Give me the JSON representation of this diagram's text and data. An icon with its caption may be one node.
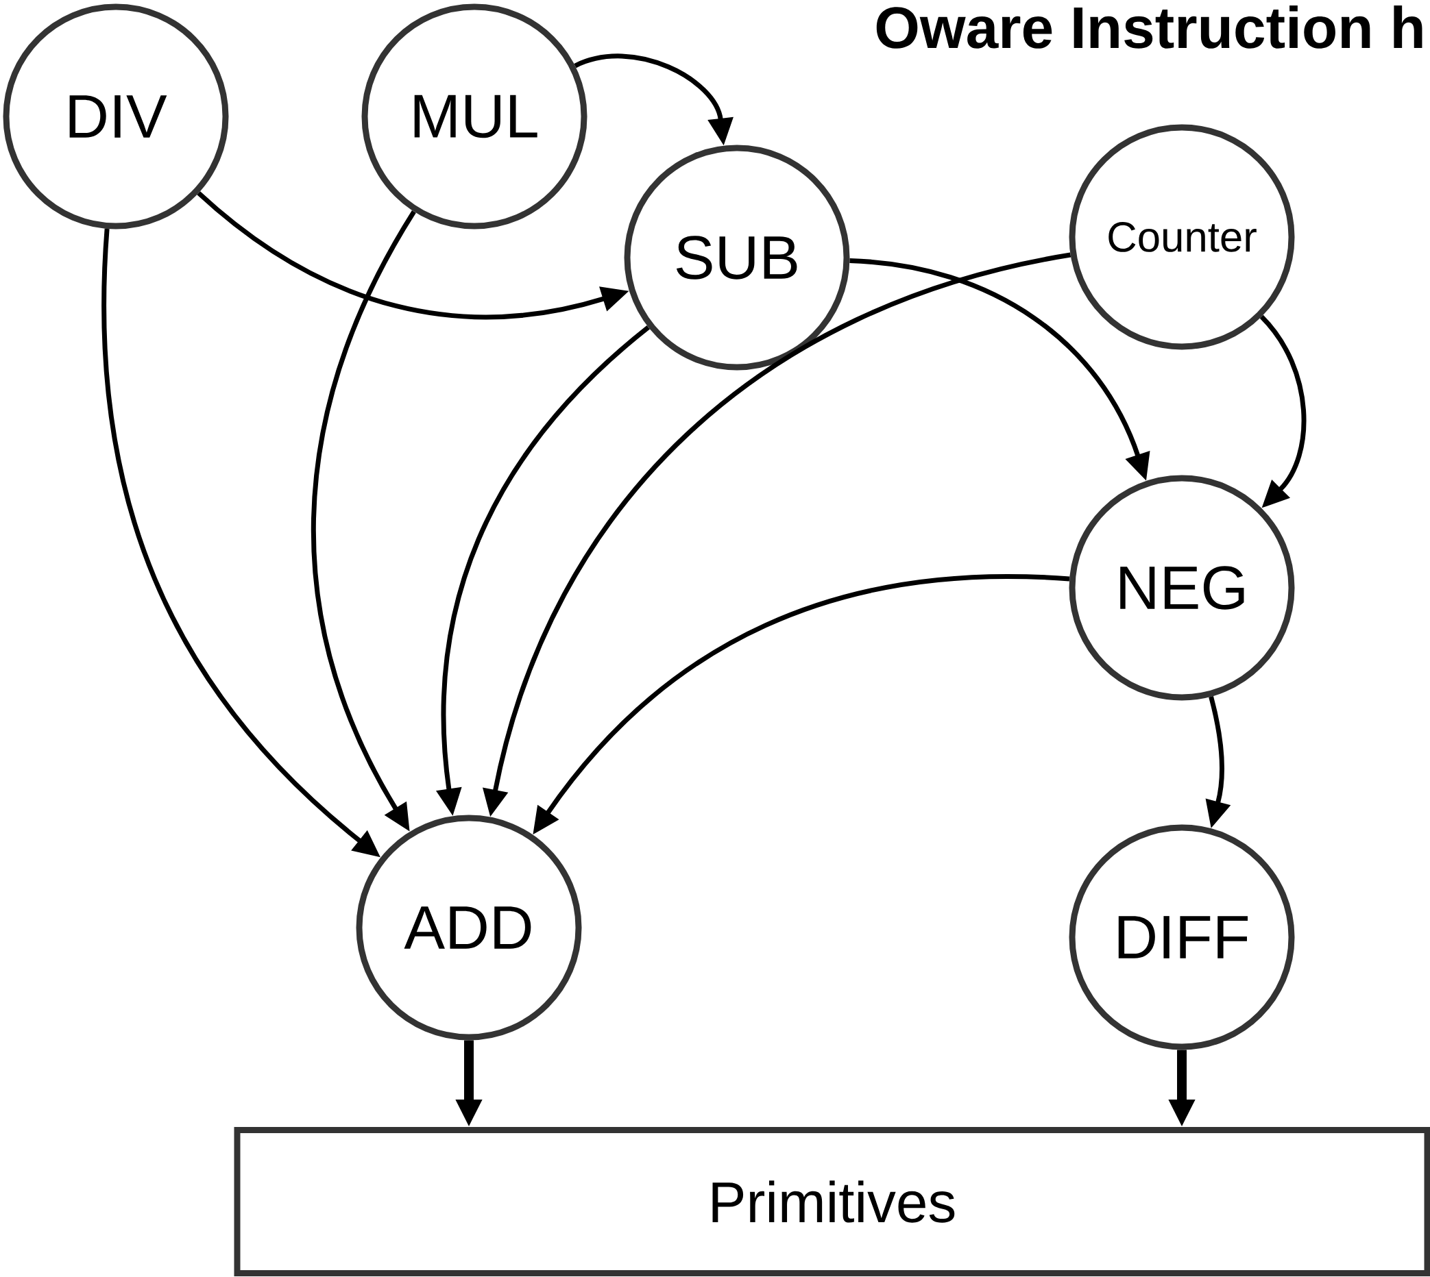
{
  "diagram": {
    "title": "Oware Instruction h",
    "nodes": [
      {
        "text": [
          "DIV"
        ]
      },
      {
        "text": [
          "MUL"
        ]
      },
      {
        "text": [
          "SUB"
        ]
      },
      {
        "text": [
          "Counter"
        ]
      },
      {
        "text": [
          "NEG"
        ]
      },
      {
        "text": [
          "ADD"
        ]
      },
      {
        "text": [
          "DIFF"
        ]
      },
      {
        "text": [
          "Primitives"
        ]
      }
    ],
    "edges": [
      {
        "from": 1,
        "to": 2,
        "arrow": "to"
      },
      {
        "from": 0,
        "to": 2,
        "arrow": "to"
      },
      {
        "from": 0,
        "to": 5,
        "arrow": "to"
      },
      {
        "from": 1,
        "to": 5,
        "arrow": "to"
      },
      {
        "from": 2,
        "to": 5,
        "arrow": "to"
      },
      {
        "from": 2,
        "to": 4,
        "arrow": "to"
      },
      {
        "from": 3,
        "to": 5,
        "arrow": "to"
      },
      {
        "from": 3,
        "to": 4,
        "arrow": "to"
      },
      {
        "from": 4,
        "to": 5,
        "arrow": "to"
      },
      {
        "from": 4,
        "to": 6,
        "arrow": "to"
      },
      {
        "from": 5,
        "to": 7,
        "arrow": "to",
        "style": "thick"
      },
      {
        "from": 6,
        "to": 7,
        "arrow": "to",
        "style": "thick"
      }
    ]
  }
}
